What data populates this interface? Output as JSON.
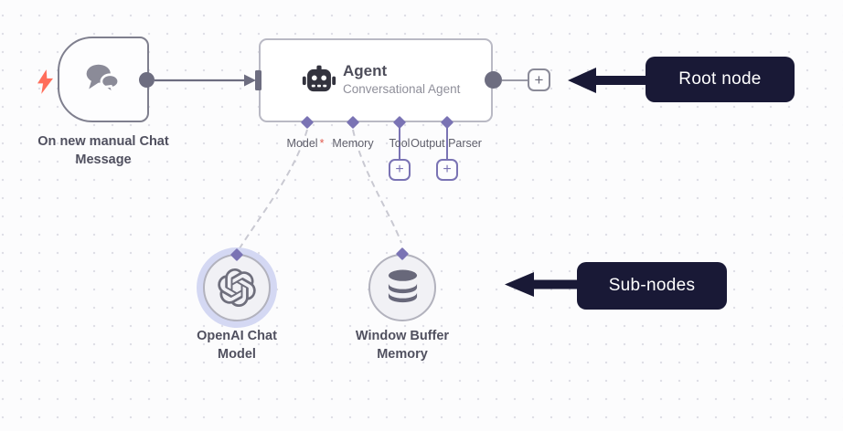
{
  "canvas": {
    "kind": "workflow-editor-canvas",
    "colors": {
      "canvas_bg": "#fcfcfd",
      "grid_dot": "#e0e0e7",
      "wire_gray": "#6d6d80",
      "wire_dashed_gray": "#c9c9d2",
      "port_purple": "#7a73b4",
      "annotation_navy": "#191936",
      "trigger_bolt_red": "#ff6d5a",
      "required_red": "#e25c50",
      "node_text": "#50505f",
      "muted_text": "#8f8f9a",
      "openai_highlight_ring": "#d4d8f3"
    }
  },
  "trigger_node": {
    "label": "On new manual Chat Message",
    "icon": "chat-bubbles-icon",
    "badge_icon": "lightning-bolt-icon"
  },
  "connection": {
    "style": "solid-arrow",
    "from": "trigger-node",
    "to": "agent-node"
  },
  "agent_node": {
    "title": "Agent",
    "subtitle": "Conversational Agent",
    "icon": "robot-icon",
    "required_marker": "*",
    "ports": [
      {
        "label": "Model",
        "required": true,
        "has_add_button": false
      },
      {
        "label": "Memory",
        "required": false,
        "has_add_button": false
      },
      {
        "label": "Tool",
        "required": false,
        "has_add_button": true
      },
      {
        "label": "Output Parser",
        "required": false,
        "has_add_button": true
      }
    ]
  },
  "ui": {
    "plus": "+"
  },
  "sub_nodes": [
    {
      "label": "OpenAI Chat Model",
      "icon": "openai-logo-icon",
      "highlighted": true,
      "connected_port": "Model"
    },
    {
      "label": "Window Buffer Memory",
      "icon": "database-icon",
      "highlighted": false,
      "connected_port": "Memory"
    }
  ],
  "annotations": [
    {
      "label": "Root node",
      "arrow": "arrow-left-icon"
    },
    {
      "label": "Sub-nodes",
      "arrow": "arrow-left-icon"
    }
  ]
}
